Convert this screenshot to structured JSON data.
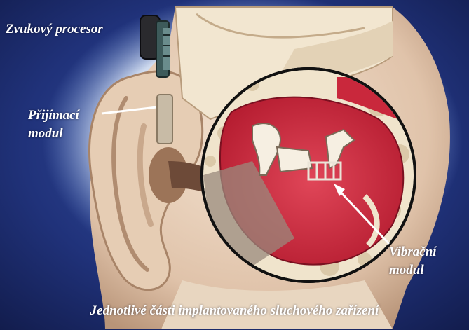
{
  "labels": {
    "sound_processor": "Zvukový procesor",
    "receiver_line1": "Přijímací",
    "receiver_line2": "modul",
    "vibration_line1": "Vibrační",
    "vibration_line2": "modul"
  },
  "caption": "Jednotlivé části implantovaného sluchového zařízení",
  "colors": {
    "background": "#1a2a66",
    "glow": "#c8d8f0",
    "skin": "#e8d2bc",
    "tissue": "#c8283c",
    "bone": "#f0e6d4",
    "label": "#ffffff"
  }
}
